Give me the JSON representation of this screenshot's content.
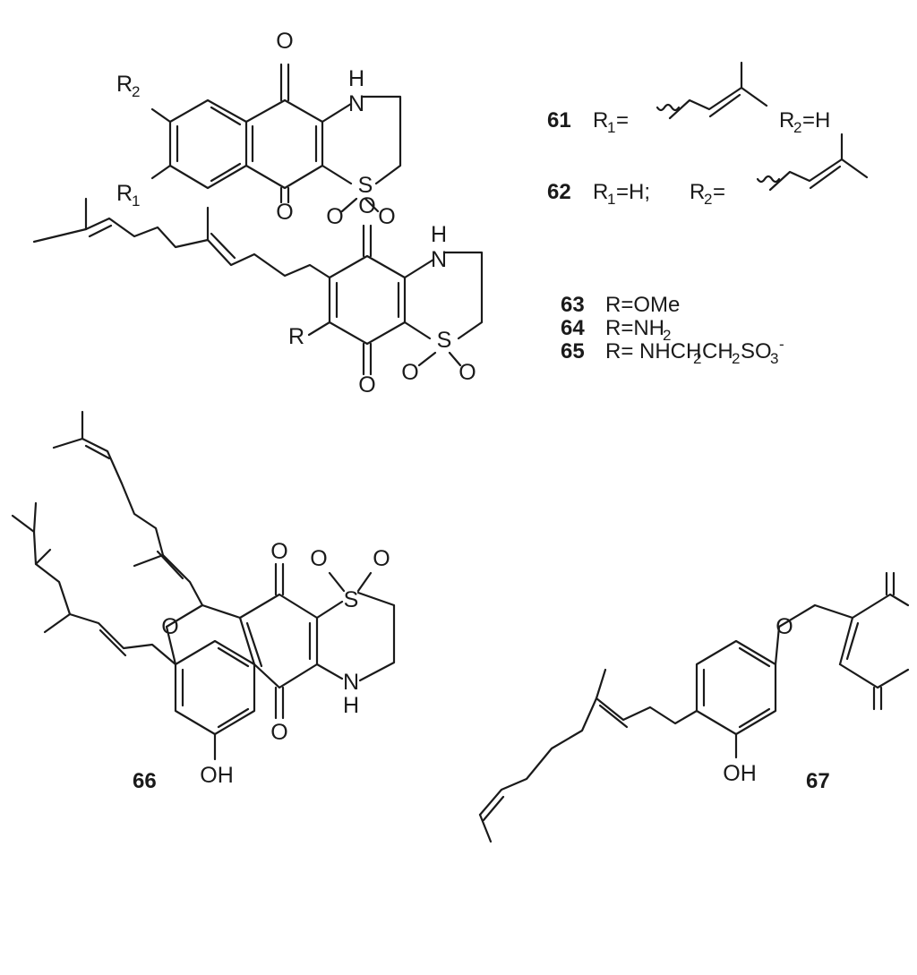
{
  "compounds": {
    "c61": {
      "number": "61",
      "r1_label": "R",
      "r1_sub": "1",
      "eq": "=",
      "r2_text": "R",
      "r2_sub": "2",
      "r2_value": "=H"
    },
    "c62": {
      "number": "62",
      "r1_text": "R",
      "r1_sub": "1",
      "r1_value": "=H;",
      "r2_label": "R",
      "r2_sub": "2",
      "eq": "="
    },
    "c63": {
      "number": "63",
      "text": "R=OMe"
    },
    "c64": {
      "number": "64",
      "text_main": "R=NH",
      "text_sub": "2"
    },
    "c65": {
      "number": "65",
      "text_a": "R= NHCH",
      "sub_a": "2",
      "text_b": "CH",
      "sub_b": "2",
      "text_c": "SO",
      "sub_c": "3",
      "sup_c": "-"
    },
    "c66": {
      "number": "66"
    },
    "c67": {
      "number": "67"
    }
  },
  "atoms": {
    "O": "O",
    "N": "N",
    "H": "H",
    "S": "S",
    "OH": "OH",
    "R": "R",
    "R1": "R",
    "R1_sub": "1",
    "R2": "R",
    "R2_sub": "2"
  }
}
